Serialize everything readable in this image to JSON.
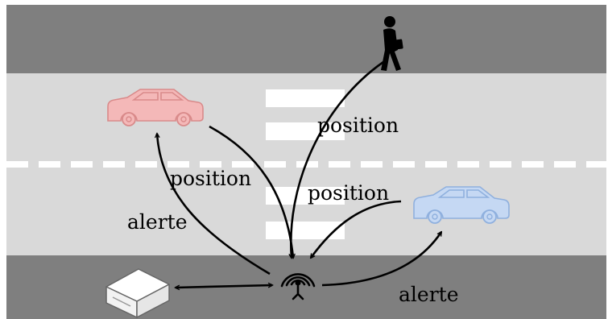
{
  "labels": {
    "position_pedestrian": "position",
    "position_red_car": "position",
    "position_blue_car": "position",
    "alerte_red_car": "alerte",
    "alerte_blue_car": "alerte"
  },
  "colors": {
    "sidewalk": "#7f7f7f",
    "road": "#d9d9d9",
    "lane_marking": "#ffffff",
    "red_car_fill": "#f4b8b8",
    "red_car_stroke": "#d98a8a",
    "blue_car_fill": "#c5d8f3",
    "blue_car_stroke": "#8fb0de",
    "arrow": "#000000"
  },
  "icons": {
    "pedestrian": "pedestrian-icon",
    "red_car": "car-icon",
    "blue_car": "car-icon",
    "roadside_unit": "antenna-icon",
    "server": "server-box-icon"
  }
}
